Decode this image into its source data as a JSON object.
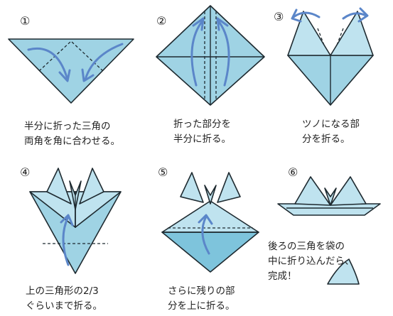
{
  "steps": [
    {
      "number": "①",
      "caption_lines": [
        "半分に折った三角の",
        "両角を角に合わせる。"
      ]
    },
    {
      "number": "②",
      "caption_lines": [
        "折った部分を",
        "半分に折る。"
      ]
    },
    {
      "number": "③",
      "caption_lines": [
        "ツノになる部",
        "分を折る。"
      ]
    },
    {
      "number": "④",
      "caption_lines": [
        "上の三角形の2/3",
        "ぐらいまで折る。"
      ]
    },
    {
      "number": "⑤",
      "caption_lines": [
        "さらに残りの部",
        "分を上に折る。"
      ]
    },
    {
      "number": "⑥",
      "caption_lines": [
        "後ろの三角を袋の",
        "中に折り込んだら、",
        "完成！"
      ]
    }
  ],
  "colors": {
    "paper": "#9fd3e4",
    "arrow": "#5b86c9",
    "outline": "#1e2a30"
  }
}
